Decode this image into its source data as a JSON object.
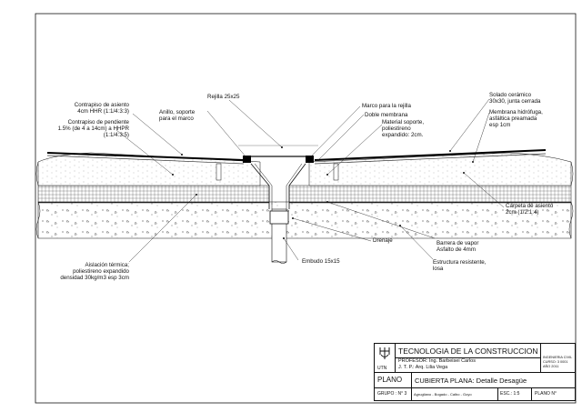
{
  "labels": {
    "rejilla": "Rejilla 25x25",
    "contrapiso_asiento": "Contrapiso de asiento\n4cm HHR (1:1/4:3:3)",
    "contrapiso_pendiente": "Contrapiso de pendiente\n1.5% (de 4 a 14cm) a HHPR\n(1:1/4:3:5)",
    "anillo": "Anillo, soporte\npara el marco",
    "marco": "Marco para la rejilla",
    "doble_membrana": "Doble membrana",
    "material_soporte": "Material soporte,\npoliestireno\nexpandido: 2cm.",
    "solado": "Solado cerámico\n30x30, junta cerrada",
    "membrana": "Membrana hidrófuga,\nasfáltica preamada\nesp 1cm",
    "carpeta": "Carpeta de asiento\n2cm (1/2:1:4)",
    "drenaje": "Drenaje",
    "barrera": "Barrera de vapor\nAsfalto de 4mm",
    "embudo": "Embudo 15x15",
    "estructura": "Estructura resistente,\nlosa",
    "aislacion": "Aislación térmica;\npoliestireno expandido\ndensidad 30kg/m3 esp 3cm"
  },
  "title_block": {
    "logo_text": "UTN",
    "course": "TECNOLOGIA DE LA CONSTRUCCION",
    "professor": "PROFESOR: Ing. Barbeisei Carlos",
    "jtp": "J. T. P.: Arq. Lilia Vega",
    "career_1": "INGENIERIA CIVIL",
    "career_2": "CURSO: 3 0001",
    "career_3": "AÑO 2011",
    "plano_label": "PLANO",
    "plano_title": "CUBIERTA PLANA: Detalle Desagüe",
    "grupo": "GRUPO : N° 3",
    "members": "Agrugliano - Bogado - Calbo - Goyo",
    "escala": "ESC.: 1:5",
    "plano_n": "PLANO N°"
  }
}
